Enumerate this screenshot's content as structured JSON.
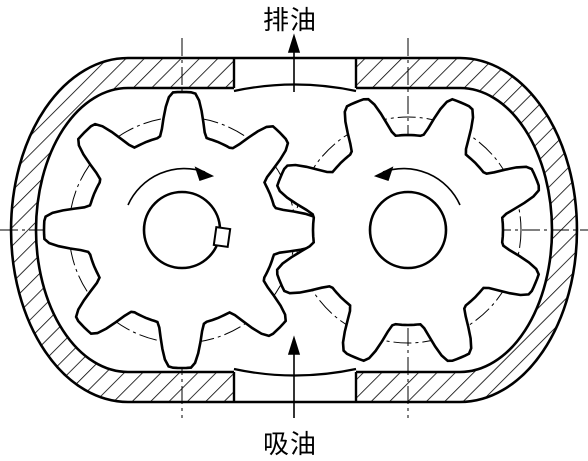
{
  "labels": {
    "discharge": "排油",
    "suction": "吸油"
  },
  "colors": {
    "line": "#000000",
    "background": "#ffffff"
  },
  "gears": [
    {
      "side": "left",
      "teeth": 8,
      "rotation": "clockwise"
    },
    {
      "side": "right",
      "teeth": 8,
      "rotation": "counterclockwise"
    }
  ]
}
